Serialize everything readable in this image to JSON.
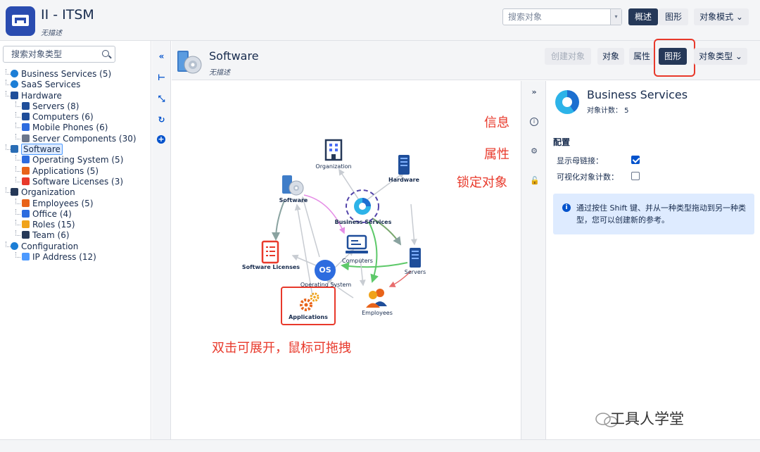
{
  "header": {
    "app_title": "II - ITSM",
    "app_subtitle": "无描述",
    "search_placeholder": "搜索对象",
    "overview_label": "概述",
    "graph_label": "图形",
    "mode_label": "对象模式 ⌄"
  },
  "sidebar": {
    "search_placeholder": "搜索对象类型",
    "tree": [
      {
        "label": "Business Services (5)",
        "level": 0,
        "icon": "business-services-icon",
        "color": "#1c7ed6"
      },
      {
        "label": "SaaS Services",
        "level": 0,
        "icon": "saas-icon",
        "color": "#1c7ed6"
      },
      {
        "label": "Hardware",
        "level": 0,
        "icon": "hardware-icon",
        "color": "#1f4e9a"
      },
      {
        "label": "Servers (8)",
        "level": 1,
        "icon": "server-icon",
        "color": "#1f4e9a"
      },
      {
        "label": "Computers (6)",
        "level": 1,
        "icon": "computer-icon",
        "color": "#1f4e9a"
      },
      {
        "label": "Mobile Phones (6)",
        "level": 1,
        "icon": "phone-icon",
        "color": "#2d6cdf"
      },
      {
        "label": "Server Components (30)",
        "level": 1,
        "icon": "component-icon",
        "color": "#6b778c"
      },
      {
        "label": "Software",
        "level": 0,
        "icon": "software-icon",
        "color": "#2a6db5",
        "selected": true
      },
      {
        "label": "Operating System (5)",
        "level": 1,
        "icon": "os-icon",
        "color": "#2d6cdf"
      },
      {
        "label": "Applications (5)",
        "level": 1,
        "icon": "applications-icon",
        "color": "#e8631a"
      },
      {
        "label": "Software Licenses (3)",
        "level": 1,
        "icon": "license-icon",
        "color": "#e8392b"
      },
      {
        "label": "Organization",
        "level": 0,
        "icon": "organization-icon",
        "color": "#253858"
      },
      {
        "label": "Employees (5)",
        "level": 1,
        "icon": "employees-icon",
        "color": "#e8631a"
      },
      {
        "label": "Office (4)",
        "level": 1,
        "icon": "office-icon",
        "color": "#2d6cdf"
      },
      {
        "label": "Roles (15)",
        "level": 1,
        "icon": "roles-icon",
        "color": "#f0a31a"
      },
      {
        "label": "Team (6)",
        "level": 1,
        "icon": "team-icon",
        "color": "#253858"
      },
      {
        "label": "Configuration",
        "level": 0,
        "icon": "configuration-icon",
        "color": "#1c7ed6"
      },
      {
        "label": "IP Address (12)",
        "level": 1,
        "icon": "ip-icon",
        "color": "#4c9aff"
      }
    ]
  },
  "main": {
    "title": "Software",
    "subtitle": "无描述",
    "create_label": "创建对象",
    "objects_label": "对象",
    "attributes_label": "属性",
    "graph_label": "图形",
    "object_type_label": "对象类型 ⌄"
  },
  "graph": {
    "nodes": {
      "organization": "Organization",
      "hardware": "Hardware",
      "software": "Software",
      "business_services": "Business Services",
      "computers": "Computers",
      "servers": "Servers",
      "software_licenses": "Software Licenses",
      "operating_system": "Operating System",
      "employees": "Employees",
      "applications": "Applications",
      "os_badge": "OS"
    },
    "notes": {
      "info": "信息",
      "attributes": "属性",
      "lock": "锁定对象",
      "drag": "双击可展开，鼠标可拖拽"
    }
  },
  "detail": {
    "title": "Business Services",
    "count": "对象计数： 5",
    "config_heading": "配置",
    "show_parent_links": "显示母链接：",
    "show_parent_links_checked": true,
    "visualize_count": "可视化对象计数：",
    "visualize_count_checked": false,
    "info": "通过按住 Shift 键、并从一种类型拖动到另一种类型，您可以创建新的参考。",
    "watermark": "工具人学堂"
  }
}
